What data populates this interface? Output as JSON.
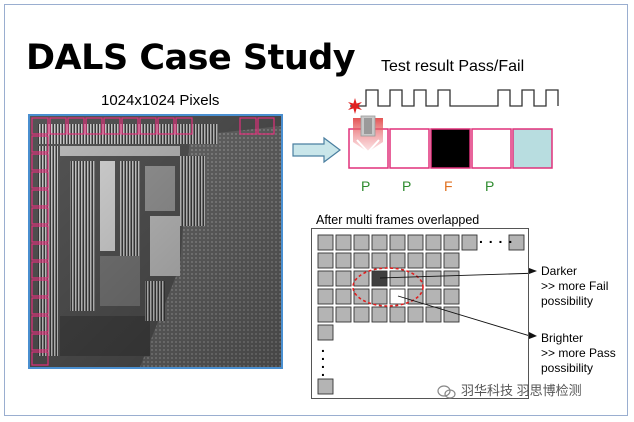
{
  "slide": {
    "title": "DALS Case Study",
    "pixels_label": "1024x1024 Pixels",
    "result_label": "Test result Pass/Fail",
    "results": [
      {
        "letter": "P",
        "color": "#2e8b2e",
        "cell_fill": "#ffffff"
      },
      {
        "letter": "P",
        "color": "#2e8b2e",
        "cell_fill": "#ffffff"
      },
      {
        "letter": "F",
        "color": "#e07020",
        "cell_fill": "#000000"
      },
      {
        "letter": "P",
        "color": "#2e8b2e",
        "cell_fill": "#ffffff"
      }
    ],
    "last_cell_fill": "#b8dde0",
    "overlap_label": "After multi frames overlapped",
    "ellipsis_h": ". . . .",
    "ellipsis_v": ".\n.\n.\n.",
    "darker": [
      "Darker",
      ">> more Fail",
      "possibility"
    ],
    "brighter": [
      "Brighter",
      ">> more Pass",
      "possibility"
    ],
    "watermark": "羽华科技 羽思博检测",
    "colors": {
      "frame_border": "#e0307a",
      "chip_border": "#4a8fd0",
      "arrow_fill": "#c9e6ea",
      "arrow_stroke": "#4a7fa0",
      "ellipse": "#e02020",
      "laser": "#e02020"
    }
  }
}
